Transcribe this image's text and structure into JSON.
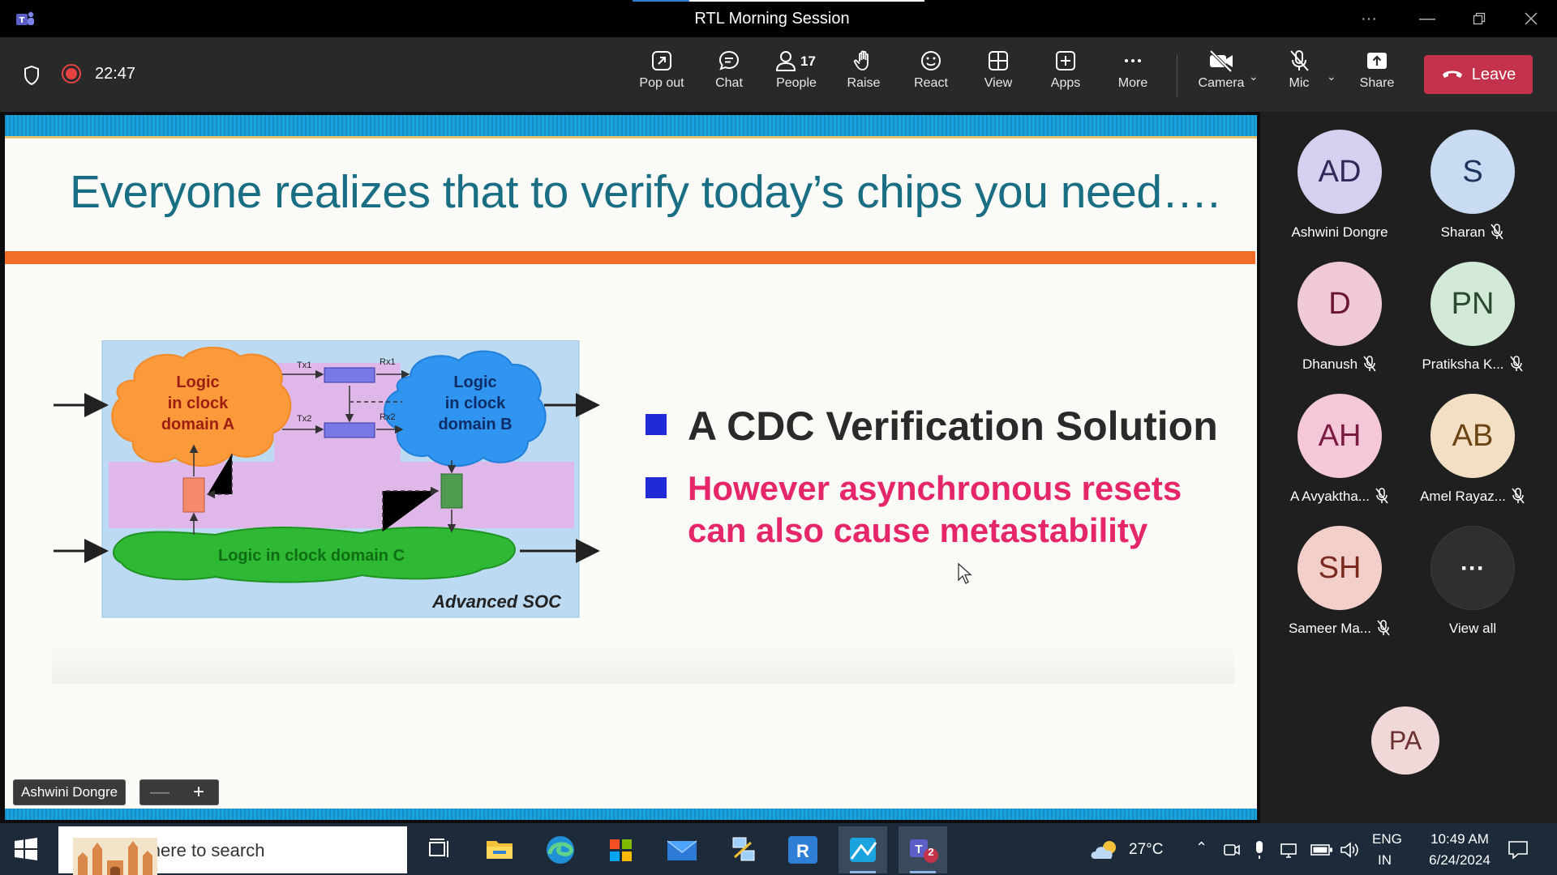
{
  "window": {
    "title": "RTL Morning Session"
  },
  "toolbar": {
    "timer": "22:47",
    "popout_label": "Pop out",
    "chat_label": "Chat",
    "people_label": "People",
    "people_count": "17",
    "raise_label": "Raise",
    "react_label": "React",
    "view_label": "View",
    "apps_label": "Apps",
    "more_label": "More",
    "camera_label": "Camera",
    "mic_label": "Mic",
    "share_label": "Share",
    "leave_label": "Leave"
  },
  "slide": {
    "title": "Everyone realizes that to verify today’s chips you need….",
    "bullet1": "A CDC Verification Solution",
    "bullet2_line1": "However asynchronous resets",
    "bullet2_line2": "can also cause metastability",
    "diagram": {
      "cloud_a": [
        "Logic",
        "in clock",
        "domain A"
      ],
      "cloud_b": [
        "Logic",
        "in clock",
        "domain B"
      ],
      "cloud_c": "Logic in clock domain C",
      "tx1": "Tx1",
      "rx1": "Rx1",
      "tx2": "Tx2",
      "rx2": "Rx2",
      "caption": "Advanced SOC"
    }
  },
  "presenter_tag": "Ashwini Dongre",
  "zoom_minus": "—",
  "zoom_plus": "+",
  "participants": [
    {
      "initials": "AD",
      "name": "Ashwini Dongre",
      "muted": false,
      "bg": "#d5d0ef",
      "fg": "#2e2a5a"
    },
    {
      "initials": "S",
      "name": "Sharan",
      "muted": true,
      "bg": "#c9dbf3",
      "fg": "#1d355e"
    },
    {
      "initials": "D",
      "name": "Dhanush",
      "muted": true,
      "bg": "#efc9d6",
      "fg": "#6a1632"
    },
    {
      "initials": "PN",
      "name": "Pratiksha K...",
      "muted": true,
      "bg": "#d4ead9",
      "fg": "#2a4a30"
    },
    {
      "initials": "AH",
      "name": "A Avyaktha...",
      "muted": true,
      "bg": "#f5c8d9",
      "fg": "#7a1c42"
    },
    {
      "initials": "AB",
      "name": "Amel Rayaz...",
      "muted": true,
      "bg": "#f3dfc3",
      "fg": "#6b4414"
    },
    {
      "initials": "SH",
      "name": "Sameer Ma...",
      "muted": true,
      "bg": "#f3cfc9",
      "fg": "#7a2a20"
    },
    {
      "initials": "···",
      "name": "View all",
      "muted": false,
      "bg": "#2f2f2f",
      "fg": "#ffffff"
    }
  ],
  "self_tile": {
    "initials": "PA",
    "bg": "#f0d8d8",
    "fg": "#6a3030"
  },
  "taskbar": {
    "search_placeholder": "Type here to search",
    "weather": "27°C",
    "lang_top": "ENG",
    "lang_bottom": "IN",
    "time": "10:49 AM",
    "date": "6/24/2024",
    "teams_badge": "2"
  },
  "colors": {
    "leave": "#c4314b",
    "slide_title": "#1a6e83",
    "bullet_red": "#e6266b",
    "bullet_square": "#1f2bd6"
  }
}
